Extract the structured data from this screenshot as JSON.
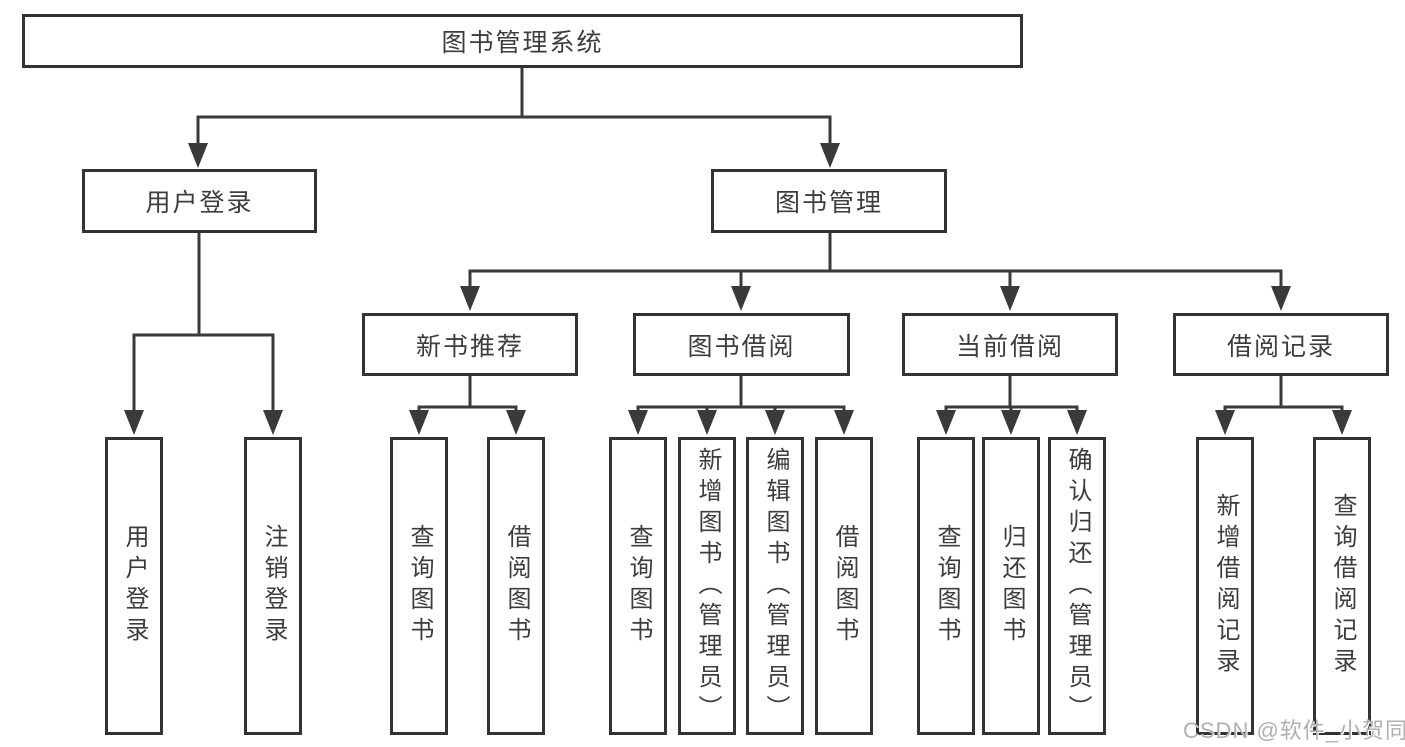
{
  "diagram": {
    "root": {
      "label": "图书管理系统"
    },
    "children": [
      {
        "label": "用户登录",
        "children": [
          {
            "label": "用户登录"
          },
          {
            "label": "注销登录"
          }
        ]
      },
      {
        "label": "图书管理",
        "children": [
          {
            "label": "新书推荐",
            "children": [
              {
                "label": "查询图书"
              },
              {
                "label": "借阅图书"
              }
            ]
          },
          {
            "label": "图书借阅",
            "children": [
              {
                "label": "查询图书"
              },
              {
                "label": "新增图书（管理员）"
              },
              {
                "label": "编辑图书（管理员）"
              },
              {
                "label": "借阅图书"
              }
            ]
          },
          {
            "label": "当前借阅",
            "children": [
              {
                "label": "查询图书"
              },
              {
                "label": "归还图书"
              },
              {
                "label": "确认归还（管理员）"
              }
            ]
          },
          {
            "label": "借阅记录",
            "children": [
              {
                "label": "新增借阅记录"
              },
              {
                "label": "查询借阅记录"
              }
            ]
          }
        ]
      }
    ]
  },
  "watermark": {
    "text": "CSDN @软件_小贺同学"
  },
  "colors": {
    "line": "#3a3a3a",
    "box_border": "#333333",
    "text": "#3d3d3d",
    "watermark": "#b0b0b0",
    "background": "#ffffff"
  }
}
